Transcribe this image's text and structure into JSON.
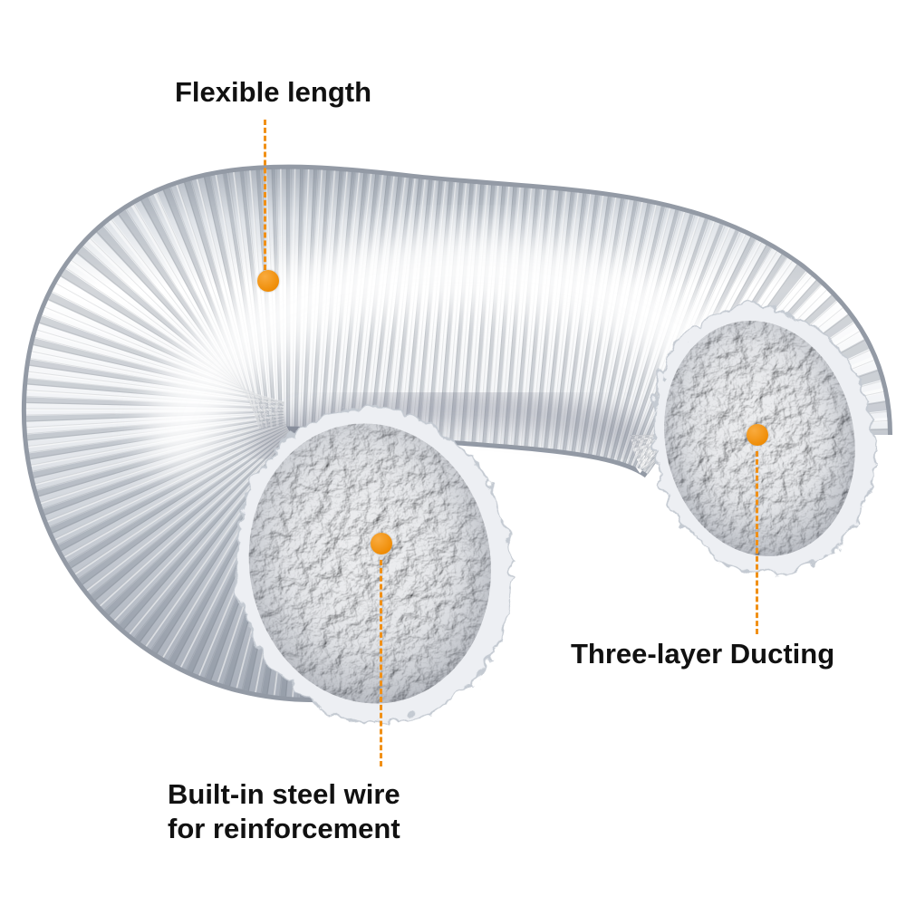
{
  "annotations": {
    "flexible_length": {
      "label": "Flexible length"
    },
    "steel_wire": {
      "label": "Built-in steel wire\nfor reinforcement"
    },
    "three_layer": {
      "label": "Three-layer Ducting"
    }
  },
  "colors": {
    "accent": "#F19016",
    "text": "#111111",
    "background": "#FFFFFF"
  }
}
